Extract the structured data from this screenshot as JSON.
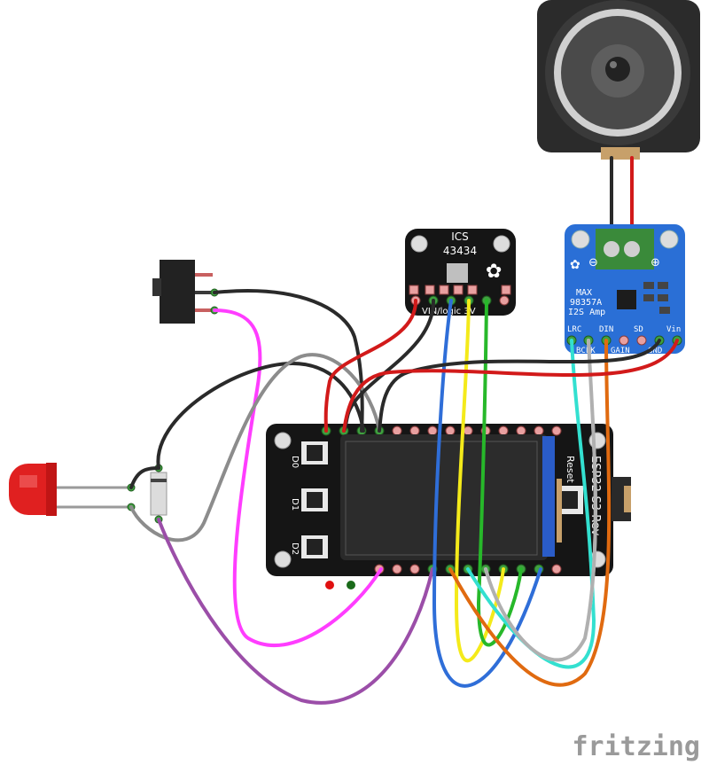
{
  "mic": {
    "label_line1": "ICS",
    "label_line2": "43434",
    "pins": "VIN/logic 3V"
  },
  "amp": {
    "chip_line1": "MAX",
    "chip_line2": "98357A",
    "chip_line3": "I2S Amp",
    "top_pins": [
      "LRC",
      "DIN",
      "SD",
      "Vin"
    ],
    "bottom_pins": [
      "BCLK",
      "GAIN",
      "GND"
    ]
  },
  "board": {
    "name": "ESP32-S3 Rev",
    "button_labels": [
      "D0",
      "D1",
      "D2"
    ],
    "reset_label": "Reset"
  },
  "brand": "fritzing",
  "colors": {
    "red": "#d21a1a",
    "black": "#2a2a2a",
    "gray": "#8c8c8c",
    "magenta": "#ff3dff",
    "purple": "#9b4ea8",
    "blue": "#2f6ed8",
    "yellow": "#f4ea1a",
    "green": "#27b82a",
    "white": "#ececec",
    "cyan": "#33e0d0",
    "orange": "#e06a10"
  }
}
